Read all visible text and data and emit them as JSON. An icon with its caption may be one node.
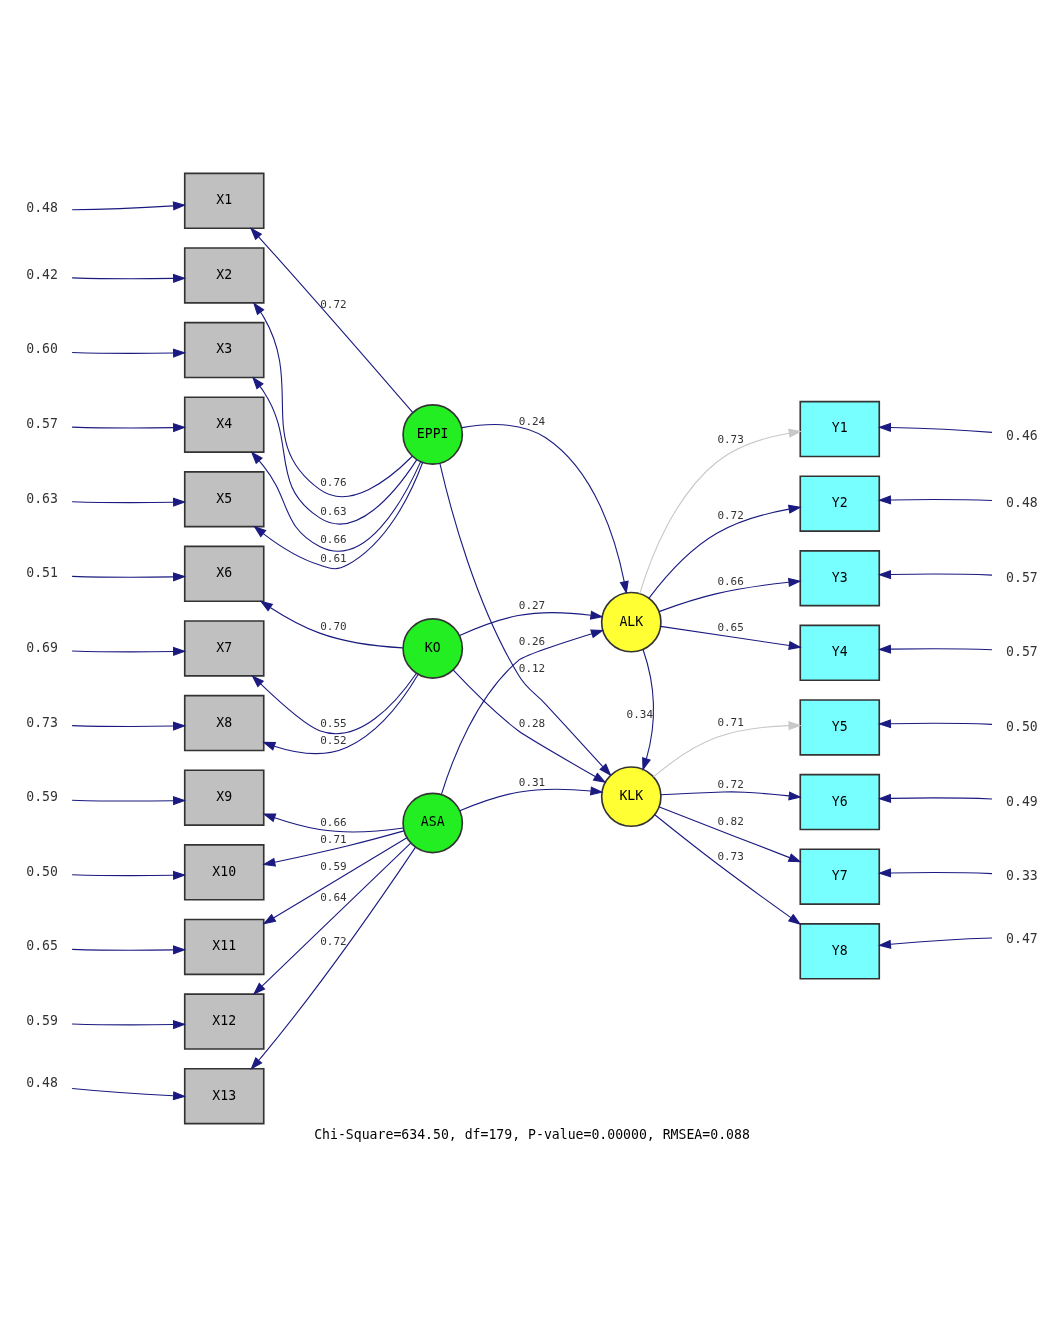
{
  "diagram": {
    "caption": "Chi-Square=634.50, df=179, P-value=0.00000, RMSEA=0.088",
    "nodes": [
      {
        "text": [
          "X1"
        ]
      },
      {
        "text": [
          "X2"
        ]
      },
      {
        "text": [
          "X3"
        ]
      },
      {
        "text": [
          "X4"
        ]
      },
      {
        "text": [
          "X5"
        ]
      },
      {
        "text": [
          "X6"
        ]
      },
      {
        "text": [
          "X7"
        ]
      },
      {
        "text": [
          "X8"
        ]
      },
      {
        "text": [
          "X9"
        ]
      },
      {
        "text": [
          "X10"
        ]
      },
      {
        "text": [
          "X11"
        ]
      },
      {
        "text": [
          "X12"
        ]
      },
      {
        "text": [
          "X13"
        ]
      },
      {
        "text": [
          "EPPI"
        ]
      },
      {
        "text": [
          "KO"
        ]
      },
      {
        "text": [
          "ASA"
        ]
      },
      {
        "text": [
          "ALK"
        ]
      },
      {
        "text": [
          "KLK"
        ]
      },
      {
        "text": [
          "Y1"
        ]
      },
      {
        "text": [
          "Y2"
        ]
      },
      {
        "text": [
          "Y3"
        ]
      },
      {
        "text": [
          "Y4"
        ]
      },
      {
        "text": [
          "Y5"
        ]
      },
      {
        "text": [
          "Y6"
        ]
      },
      {
        "text": [
          "Y7"
        ]
      },
      {
        "text": [
          "Y8"
        ]
      }
    ],
    "edges": [
      {
        "from": null,
        "to": 0,
        "arrow": "to",
        "label": "0.48"
      },
      {
        "from": null,
        "to": 1,
        "arrow": "to",
        "label": "0.42"
      },
      {
        "from": null,
        "to": 2,
        "arrow": "to",
        "label": "0.60"
      },
      {
        "from": null,
        "to": 3,
        "arrow": "to",
        "label": "0.57"
      },
      {
        "from": null,
        "to": 4,
        "arrow": "to",
        "label": "0.63"
      },
      {
        "from": null,
        "to": 5,
        "arrow": "to",
        "label": "0.51"
      },
      {
        "from": null,
        "to": 6,
        "arrow": "to",
        "label": "0.69"
      },
      {
        "from": null,
        "to": 7,
        "arrow": "to",
        "label": "0.73"
      },
      {
        "from": null,
        "to": 8,
        "arrow": "to",
        "label": "0.59"
      },
      {
        "from": null,
        "to": 9,
        "arrow": "to",
        "label": "0.50"
      },
      {
        "from": null,
        "to": 10,
        "arrow": "to",
        "label": "0.65"
      },
      {
        "from": null,
        "to": 11,
        "arrow": "to",
        "label": "0.59"
      },
      {
        "from": null,
        "to": 12,
        "arrow": "to",
        "label": "0.48"
      },
      {
        "from": 13,
        "to": 0,
        "arrow": "to",
        "label": "0.72"
      },
      {
        "from": 13,
        "to": 1,
        "arrow": "to",
        "label": "0.76"
      },
      {
        "from": 13,
        "to": 2,
        "arrow": "to",
        "label": "0.63"
      },
      {
        "from": 13,
        "to": 3,
        "arrow": "to",
        "label": "0.66"
      },
      {
        "from": 13,
        "to": 4,
        "arrow": "to",
        "label": "0.61"
      },
      {
        "from": 14,
        "to": 5,
        "arrow": "to",
        "label": "0.70"
      },
      {
        "from": 14,
        "to": 6,
        "arrow": "to",
        "label": "0.55"
      },
      {
        "from": 14,
        "to": 7,
        "arrow": "to",
        "label": "0.52"
      },
      {
        "from": 15,
        "to": 8,
        "arrow": "to",
        "label": "0.66"
      },
      {
        "from": 15,
        "to": 9,
        "arrow": "to",
        "label": "0.71"
      },
      {
        "from": 15,
        "to": 10,
        "arrow": "to",
        "label": "0.59"
      },
      {
        "from": 15,
        "to": 11,
        "arrow": "to",
        "label": "0.64"
      },
      {
        "from": 15,
        "to": 12,
        "arrow": "to",
        "label": "0.72"
      },
      {
        "from": 13,
        "to": 16,
        "arrow": "to",
        "label": "0.24"
      },
      {
        "from": 13,
        "to": 17,
        "arrow": "to",
        "label": "0.12"
      },
      {
        "from": 14,
        "to": 16,
        "arrow": "to",
        "label": "0.27"
      },
      {
        "from": 14,
        "to": 17,
        "arrow": "to",
        "label": "0.28"
      },
      {
        "from": 15,
        "to": 16,
        "arrow": "to",
        "label": "0.26"
      },
      {
        "from": 15,
        "to": 17,
        "arrow": "to",
        "label": "0.31"
      },
      {
        "from": 16,
        "to": 17,
        "arrow": "to",
        "label": "0.34"
      },
      {
        "from": 16,
        "to": 18,
        "arrow": "to",
        "label": "0.73",
        "color": "#c8c8c8"
      },
      {
        "from": 16,
        "to": 19,
        "arrow": "to",
        "label": "0.72"
      },
      {
        "from": 16,
        "to": 20,
        "arrow": "to",
        "label": "0.66"
      },
      {
        "from": 16,
        "to": 21,
        "arrow": "to",
        "label": "0.65"
      },
      {
        "from": 17,
        "to": 22,
        "arrow": "to",
        "label": "0.71",
        "color": "#c8c8c8"
      },
      {
        "from": 17,
        "to": 23,
        "arrow": "to",
        "label": "0.72"
      },
      {
        "from": 17,
        "to": 24,
        "arrow": "to",
        "label": "0.82"
      },
      {
        "from": 17,
        "to": 25,
        "arrow": "to",
        "label": "0.73"
      },
      {
        "from": null,
        "to": 18,
        "arrow": "to",
        "label": "0.46"
      },
      {
        "from": null,
        "to": 19,
        "arrow": "to",
        "label": "0.48"
      },
      {
        "from": null,
        "to": 20,
        "arrow": "to",
        "label": "0.57"
      },
      {
        "from": null,
        "to": 21,
        "arrow": "to",
        "label": "0.57"
      },
      {
        "from": null,
        "to": 22,
        "arrow": "to",
        "label": "0.50"
      },
      {
        "from": null,
        "to": 23,
        "arrow": "to",
        "label": "0.49"
      },
      {
        "from": null,
        "to": 24,
        "arrow": "to",
        "label": "0.33"
      },
      {
        "from": null,
        "to": 25,
        "arrow": "to",
        "label": "0.47"
      }
    ]
  }
}
